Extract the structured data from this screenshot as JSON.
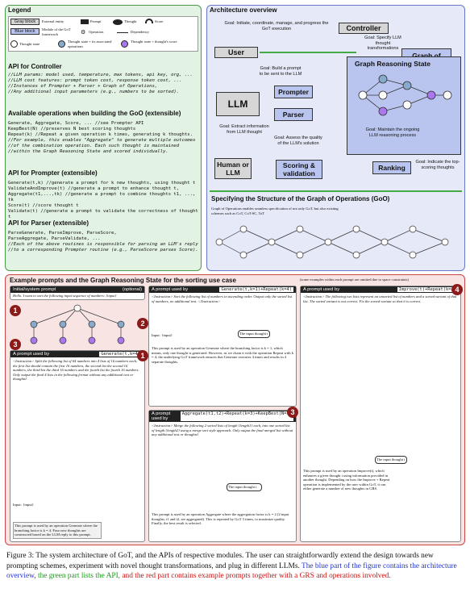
{
  "legend": {
    "title": "Legend",
    "gray_block": "Gray block",
    "external_entity": "External entity",
    "blue_block": "Blue block",
    "module_desc": "Module of the GoT framework",
    "prompt": "Prompt",
    "thought": "Thought",
    "score": "Score",
    "operation": "Operation",
    "dependency": "Dependency",
    "thought_state": "Thought state",
    "thought_state_ops": "Thought state + its associated operations",
    "thought_state_score": "Thought state + thought's score"
  },
  "api_controller": {
    "title": "API for Controller",
    "lines": [
      "//LLM params: model used, temperature, max tokens, api key, org, ...",
      "//LLM cost features: prompt token cost, response token cost, ...",
      "//Instances of Prompter + Parser + Graph of Operations,",
      "//Any additional input parameters (e.g., numbers to be sorted)."
    ]
  },
  "api_ops": {
    "title": "Available operations when building the GoO (extensible)",
    "lines": [
      "Generate, Aggregate, Score, ... //see Prompter API",
      "KeepBest(N) //preserves N best scoring thoughts",
      "Repeat(k) //Repeat a given operation k times, generating k thoughts.",
      "//For example, this enables \"Aggregate\" to generate multiple outcomes",
      "//of the combination operation. Each such thought is maintained",
      "//within the Graph Reasoning State and scored individually."
    ]
  },
  "api_prompter": {
    "title": "API for Prompter (extensible)",
    "lines": [
      "Generate(t,k) //generate a prompt for k new thoughts, using thought t",
      "ValidateAndImprove(t) //generate a prompt to enhance thought t,",
      "Aggregate(t1,...,tk) //generate a prompt to combine thoughts t1, ..., tk",
      "Score(t) //score thought t",
      "Validate(t) //generate a prompt to validate the correctness of thought t"
    ]
  },
  "api_parser": {
    "title": "API for Parser (extensible)",
    "lines": [
      "ParseGenerate, ParseImprove, ParseScore,",
      "ParseAggregate, ParseValidate, ...",
      "//Each of the above routines is responsible for parsing an LLM's reply",
      "//to a corresponding Prompter routine (e.g., ParseScore parses Score)."
    ]
  },
  "arch": {
    "title": "Architecture overview",
    "user": "User",
    "controller": "Controller",
    "goo": "Graph of Operations",
    "grs": "Graph Reasoning State",
    "prompter": "Prompter",
    "parser": "Parser",
    "llm": "LLM",
    "human": "Human or LLM",
    "scoring": "Scoring & validation",
    "ranking": "Ranking",
    "goal_controller": "Goal: Initiate, coordinate, manage, and progress the GoT execution",
    "goal_goo": "Goal: Specify LLM thought transformations",
    "goal_prompter": "Goal: Build a prompt to be sent to the LLM",
    "goal_parser": "Goal: Extract information from LLM thought",
    "goal_grs": "Goal: Maintain the ongoing LLM reasoning process",
    "goal_scoring": "Goal: Assess the quality of the LLM's solution",
    "goal_ranking": "Goal: Indicate the top-scoring thoughts"
  },
  "goo_spec": {
    "title": "Specifying the Structure of the Graph of Operations (GoO)",
    "desc": "Graph of Operations enables seamless specification of not only GoT, but also existing schemes such as CoT, CoT-SC, ToT"
  },
  "examples": {
    "title": "Example prompts and the Graph Reasoning State for the sorting use case",
    "note": "(some examples within each prompt are omitted due to space constraints)",
    "initial": "Initial/system prompt",
    "optional": "(optional)",
    "initial_text": "Hello. I want to sort the following input sequence of numbers: {input}",
    "p1_label": "A prompt used by",
    "p1_code": "Generate(t,k=4)",
    "p2_code": "Generate(t,k=1)+Repeat(k=4)",
    "p3_code": "Aggregate(t1,t2)+Repeat(k=3)+KeepBest(N=1)",
    "p4_code": "Improve(t)+Repeat(k=4)",
    "input_label": "Input: {input}",
    "input_bubble": "The input thought t",
    "p1_text": "<Instruction> Split the following list of 64 numbers into 4 lists of 16 numbers each, the first list should contain the first 16 numbers, the second list the second 16 numbers, the third list the third 16 numbers and the fourth list the fourth 16 numbers. Only output the final 4 lists in the following format without any additional text or thoughts!",
    "p2_text": "<Instruction> Sort the following list of numbers in ascending order. Output only the sorted list of numbers, no additional text. </Instruction>",
    "p3_text": "<Instruction> Merge the following 2 sorted lists of length {length1} each, into one sorted list of length {length2} using a merge sort style approach. Only output the final merged list without any additional text or thoughts!",
    "p4_text": "<Instruction> The following two lists represent an unsorted list of numbers and a sorted variant of that list. The sorted variant is not correct. Fix the sorted variant so that it is correct.",
    "desc_p1": "This prompt is used by an operation Generate where the branching factor is k = 4. Four new thoughts are constructed based on the LLM reply to this prompt.",
    "desc_p2": "This prompt is used by an operation Generate where the branching factor is k = 1, which means, only one thought is generated. However, as we chain it with the operation Repeat with k = 4, the underlying GoT framework ensures that Generate executes 4 times and results in 4 separate thoughts.",
    "desc_p3": "This prompt is used by an operation Aggregate where the aggregation factor is k = 2 (2 input thoughts, t1 and t2, are aggregated). This is repeated by GoT 3 times, to maximize quality. Finally, the best result is selected.",
    "desc_p4": "This prompt is used by an operation Improve(t), which enhances a given thought t using information provided in another thought. Depending on how the Improve + Repeat operation is implemented by the user within GoT, it can either generate a number of new thoughts in GRS."
  },
  "caption": {
    "prefix": "Figure 3: The system architecture of GoT, and the APIs of respective modules. The user can straightforwardly extend the design towards new prompting schemes, experiment with novel thought transformations, and plug in different LLMs. ",
    "blue": "The blue part of the figure contains the architecture overview,",
    "green": " the green part lists the API,",
    "red": " and the red part contains example prompts together with a GRS and operations involved."
  }
}
